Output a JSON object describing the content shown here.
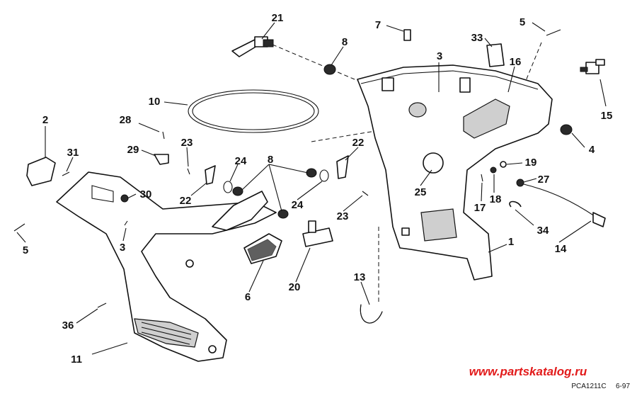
{
  "callouts": [
    "21",
    "8",
    "7",
    "33",
    "5",
    "3",
    "16",
    "15",
    "4",
    "10",
    "28",
    "2",
    "31",
    "29",
    "23",
    "24",
    "22",
    "30",
    "5",
    "3",
    "8",
    "22",
    "24",
    "23",
    "25",
    "19",
    "27",
    "18",
    "17",
    "34",
    "1",
    "14",
    "13",
    "6",
    "20",
    "36",
    "11"
  ],
  "footer": {
    "watermark": "www.partskatalog.ru",
    "drawing_code": "PCA1211C",
    "date_code": "6-97"
  }
}
